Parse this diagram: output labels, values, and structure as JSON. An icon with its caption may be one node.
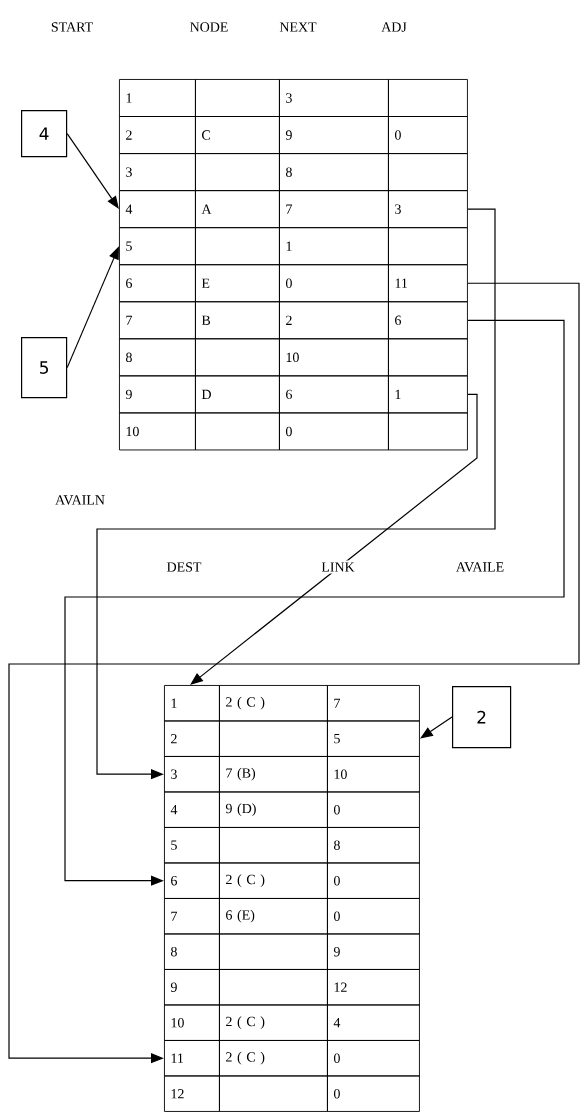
{
  "diagram": {
    "nodes": [
      {
        "text": [
          "1"
        ]
      },
      {
        "text": [],
        "shape": "box"
      },
      {
        "text": [
          "3"
        ]
      },
      {
        "text": [],
        "shape": "box"
      },
      {
        "text": [
          "2"
        ]
      },
      {
        "text": [
          "C"
        ]
      },
      {
        "text": [
          "9"
        ]
      },
      {
        "text": [
          "0"
        ]
      },
      {
        "text": [
          "3"
        ]
      },
      {
        "text": [],
        "shape": "box"
      },
      {
        "text": [
          "8"
        ]
      },
      {
        "text": [],
        "shape": "box"
      },
      {
        "text": [
          "4"
        ]
      },
      {
        "text": [
          "A"
        ]
      },
      {
        "text": [
          "7"
        ]
      },
      {
        "text": [
          "3"
        ]
      },
      {
        "text": [
          "5"
        ]
      },
      {
        "text": [],
        "shape": "box"
      },
      {
        "text": [
          "1"
        ]
      },
      {
        "text": [],
        "shape": "box"
      },
      {
        "text": [
          "6"
        ]
      },
      {
        "text": [
          "E"
        ]
      },
      {
        "text": [
          "0"
        ]
      },
      {
        "text": [
          "11"
        ]
      },
      {
        "text": [
          "7"
        ]
      },
      {
        "text": [
          "B"
        ]
      },
      {
        "text": [
          "2"
        ]
      },
      {
        "text": [
          "6"
        ]
      },
      {
        "text": [
          "8"
        ]
      },
      {
        "text": [],
        "shape": "box"
      },
      {
        "text": [
          "10"
        ]
      },
      {
        "text": [],
        "shape": "box"
      },
      {
        "text": [
          "9"
        ]
      },
      {
        "text": [
          "D"
        ]
      },
      {
        "text": [
          "6"
        ]
      },
      {
        "text": [
          "1"
        ]
      },
      {
        "text": [
          "10"
        ]
      },
      {
        "text": [],
        "shape": "box"
      },
      {
        "text": [
          "0"
        ]
      },
      {
        "text": [],
        "shape": "box"
      },
      {
        "text": [
          "4"
        ]
      },
      {
        "text": [
          "5"
        ]
      },
      {
        "text": [
          "1"
        ]
      },
      {
        "text": [
          "2 ( C )"
        ]
      },
      {
        "text": [
          "7"
        ]
      },
      {
        "text": [
          "2"
        ]
      },
      {
        "text": [],
        "shape": "box"
      },
      {
        "text": [
          "5"
        ]
      },
      {
        "text": [
          "3"
        ]
      },
      {
        "text": [
          "7 (B)"
        ]
      },
      {
        "text": [
          "10"
        ]
      },
      {
        "text": [
          "4"
        ]
      },
      {
        "text": [
          "9 (D)"
        ]
      },
      {
        "text": [
          "0"
        ]
      },
      {
        "text": [
          "5"
        ]
      },
      {
        "text": [],
        "shape": "box"
      },
      {
        "text": [
          "8"
        ]
      },
      {
        "text": [
          "6"
        ]
      },
      {
        "text": [
          "2 ( C )"
        ]
      },
      {
        "text": [
          "0"
        ]
      },
      {
        "text": [
          "7"
        ]
      },
      {
        "text": [
          "6 (E)"
        ]
      },
      {
        "text": [
          "0"
        ]
      },
      {
        "text": [
          "8"
        ]
      },
      {
        "text": [],
        "shape": "box"
      },
      {
        "text": [
          "9"
        ]
      },
      {
        "text": [
          "9"
        ]
      },
      {
        "text": [],
        "shape": "box"
      },
      {
        "text": [
          "12"
        ]
      },
      {
        "text": [
          "10"
        ]
      },
      {
        "text": [
          "2 ( C )"
        ]
      },
      {
        "text": [
          "4"
        ]
      },
      {
        "text": [
          "11"
        ]
      },
      {
        "text": [
          "2 ( C )"
        ]
      },
      {
        "text": [
          "0"
        ]
      },
      {
        "text": [
          "12"
        ]
      },
      {
        "text": [],
        "shape": "box"
      },
      {
        "text": [
          "0"
        ]
      },
      {
        "text": [
          "2"
        ]
      }
    ],
    "edges": [
      {
        "from": 40,
        "to": 12,
        "arrow": "to"
      },
      {
        "from": 41,
        "to": 16,
        "arrow": "to"
      },
      {
        "from": 15,
        "to": 48,
        "arrow": "to"
      },
      {
        "from": 23,
        "to": 72,
        "arrow": "to"
      },
      {
        "from": 27,
        "to": 57,
        "arrow": "to"
      },
      {
        "from": 35,
        "to": 42,
        "arrow": "to"
      },
      {
        "from": 78,
        "to": 47,
        "arrow": "to"
      }
    ],
    "labels": [
      "START",
      "NODE",
      "NEXT",
      "ADJ",
      "AVAILN",
      "DEST",
      "LINK",
      "AVAILE"
    ]
  }
}
